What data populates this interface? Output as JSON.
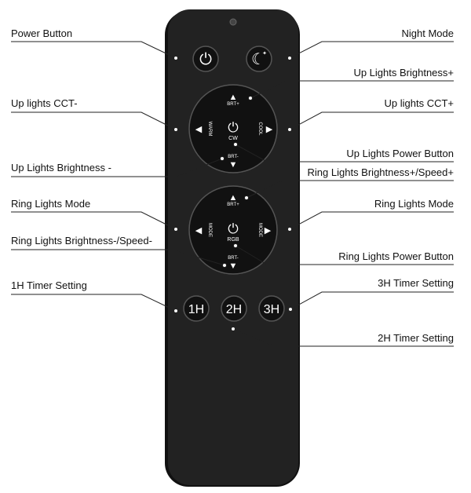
{
  "colors": {
    "remote_body": "#222222",
    "remote_shadow": "#111111",
    "button": "#111111",
    "button_ring": "#555555",
    "symbol": "#ffffff",
    "label_text": "#111111"
  },
  "remote": {
    "power_symbol": "⏻",
    "moon_symbol": "☾",
    "up_pad": {
      "center_label": "CW",
      "top_label": "BRT+",
      "bottom_label": "BRT-",
      "left_label": "WARM",
      "right_label": "COOL",
      "arrow_up": "▲",
      "arrow_down": "▼",
      "arrow_left": "◀",
      "arrow_right": "▶"
    },
    "ring_pad": {
      "center_label": "RGB",
      "top_label": "BRT+",
      "bottom_label": "BRT-",
      "left_label": "MODE",
      "right_label": "MODE",
      "arrow_up": "▲",
      "arrow_down": "▼",
      "arrow_left": "◀",
      "arrow_right": "▶"
    },
    "timer_buttons": [
      "1H",
      "2H",
      "3H"
    ]
  },
  "callouts": {
    "power_button": "Power Button",
    "night_mode": "Night Mode",
    "up_brightness_plus": "Up Lights Brightness+",
    "up_cct_minus": "Up lights CCT-",
    "up_cct_plus": "Up lights CCT+",
    "up_power": "Up Lights Power Button",
    "up_brightness_minus": "Up Lights Brightness -",
    "ring_brightness_plus": "Ring Lights Brightness+/Speed+",
    "ring_mode_left": "Ring Lights Mode",
    "ring_mode_right": "Ring Lights Mode",
    "ring_brightness_minus": "Ring Lights Brightness-/Speed-",
    "ring_power": "Ring Lights Power Button",
    "timer_1h": "1H Timer Setting",
    "timer_3h": "3H Timer Setting",
    "timer_2h": "2H Timer Setting"
  }
}
